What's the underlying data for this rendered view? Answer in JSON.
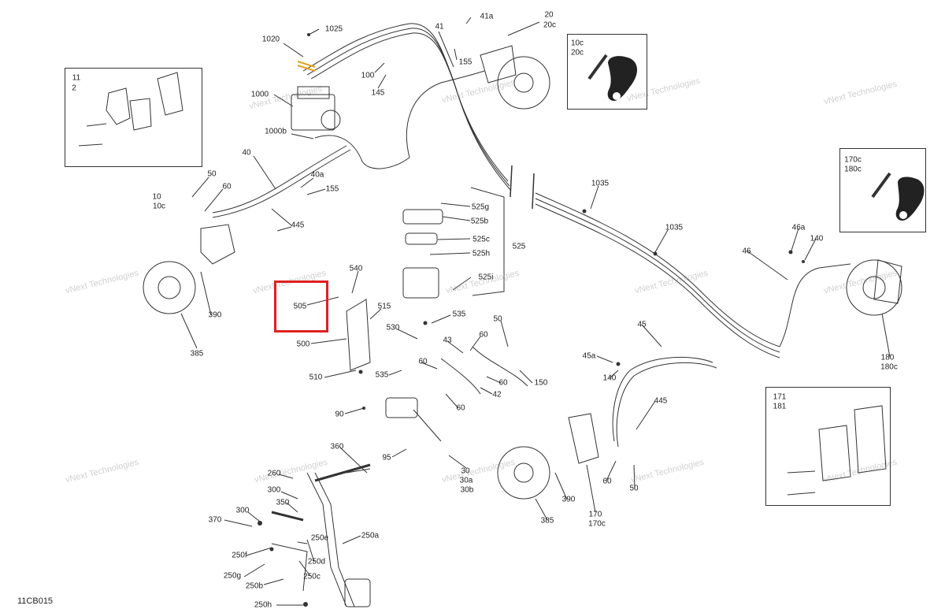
{
  "diagram": {
    "code": "11CB015",
    "highlight": "red",
    "watermark": "vNext Technologies",
    "insets": [
      {
        "labels": [
          "11",
          "2"
        ]
      },
      {
        "labels": [
          "10c",
          "20c"
        ]
      },
      {
        "labels": [
          "170c",
          "180c"
        ]
      },
      {
        "labels": [
          "171",
          "181"
        ]
      }
    ],
    "parts": [
      {
        "label": "1025"
      },
      {
        "label": "1020"
      },
      {
        "label": "1000"
      },
      {
        "label": "1000b"
      },
      {
        "label": "41"
      },
      {
        "label": "41a"
      },
      {
        "label": "155"
      },
      {
        "label": "100"
      },
      {
        "label": "145"
      },
      {
        "label": "20"
      },
      {
        "label": "20c"
      },
      {
        "label": "40"
      },
      {
        "label": "40a"
      },
      {
        "label": "155"
      },
      {
        "label": "50"
      },
      {
        "label": "60"
      },
      {
        "label": "10"
      },
      {
        "label": "10c"
      },
      {
        "label": "445"
      },
      {
        "label": "390"
      },
      {
        "label": "385"
      },
      {
        "label": "525g"
      },
      {
        "label": "525b"
      },
      {
        "label": "525c"
      },
      {
        "label": "525h"
      },
      {
        "label": "525"
      },
      {
        "label": "525i"
      },
      {
        "label": "1035"
      },
      {
        "label": "1035"
      },
      {
        "label": "540"
      },
      {
        "label": "505"
      },
      {
        "label": "515"
      },
      {
        "label": "535"
      },
      {
        "label": "530"
      },
      {
        "label": "500"
      },
      {
        "label": "510"
      },
      {
        "label": "535"
      },
      {
        "label": "60"
      },
      {
        "label": "43"
      },
      {
        "label": "50"
      },
      {
        "label": "60"
      },
      {
        "label": "60"
      },
      {
        "label": "42"
      },
      {
        "label": "150"
      },
      {
        "label": "60"
      },
      {
        "label": "90"
      },
      {
        "label": "95"
      },
      {
        "label": "30"
      },
      {
        "label": "30a"
      },
      {
        "label": "30b"
      },
      {
        "label": "360"
      },
      {
        "label": "260"
      },
      {
        "label": "300"
      },
      {
        "label": "350"
      },
      {
        "label": "300"
      },
      {
        "label": "370"
      },
      {
        "label": "250f"
      },
      {
        "label": "250d"
      },
      {
        "label": "250e"
      },
      {
        "label": "250a"
      },
      {
        "label": "250c"
      },
      {
        "label": "250g"
      },
      {
        "label": "250b"
      },
      {
        "label": "250h"
      },
      {
        "label": "45"
      },
      {
        "label": "45a"
      },
      {
        "label": "140"
      },
      {
        "label": "445"
      },
      {
        "label": "390"
      },
      {
        "label": "385"
      },
      {
        "label": "170"
      },
      {
        "label": "170c"
      },
      {
        "label": "60"
      },
      {
        "label": "50"
      },
      {
        "label": "46a"
      },
      {
        "label": "140"
      },
      {
        "label": "46"
      },
      {
        "label": "180"
      },
      {
        "label": "180c"
      }
    ]
  }
}
